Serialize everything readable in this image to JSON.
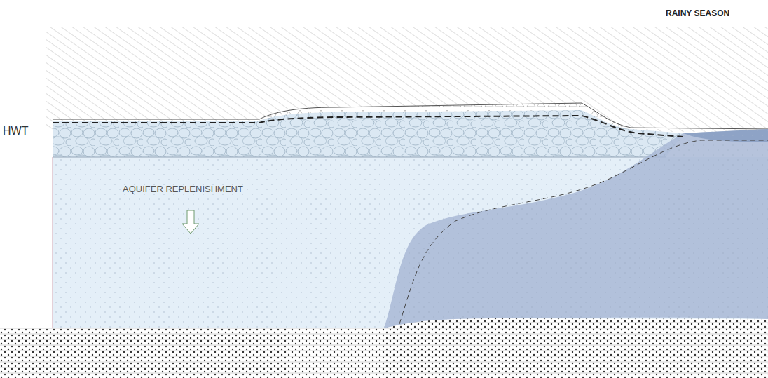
{
  "diagram": {
    "title": "RAINY SEASON",
    "labels": [
      "HWT",
      "AQUIFER REPLENISHMENT"
    ]
  }
}
